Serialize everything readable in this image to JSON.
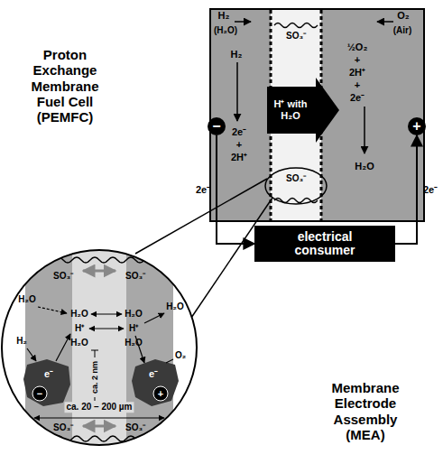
{
  "diagram": {
    "title": "Proton Exchange Membrane Fuel Cell (PEMFC)",
    "nodes": [
      {
        "text": [
          "−"
        ]
      },
      {
        "text": [
          "+"
        ]
      },
      {
        "text": [
          "electrical consumer"
        ]
      }
    ],
    "edges": [
      {
        "from": 0,
        "to": 2,
        "arrow": "to",
        "label": "2e⁻"
      },
      {
        "from": 2,
        "to": 1,
        "arrow": "to",
        "label": "2e⁻"
      }
    ],
    "labels": [
      "H₂",
      "(H₂O)",
      "O₂",
      "(Air)",
      "H₂",
      "SO₃⁻",
      "½O₂",
      "+",
      "2H⁺",
      "+",
      "2e⁻",
      "H⁺ with H₂O",
      "2e⁻",
      "+",
      "2H⁺",
      "H₂O",
      "SO₃⁻",
      "SO₃⁻",
      "SO₃⁻",
      "H₂O",
      "H₂O",
      "H₂O",
      "H⁺",
      "H⁺",
      "H₂O",
      "H₂O",
      "H₂O",
      "H₂",
      "O₂",
      "e⁻",
      "−",
      "e⁻",
      "+",
      "ca. 2 nm",
      "ca. 20 – 200 µm",
      "SO₃⁻",
      "SO₃⁻",
      "Membrane Electrode Assembly (MEA)"
    ]
  }
}
